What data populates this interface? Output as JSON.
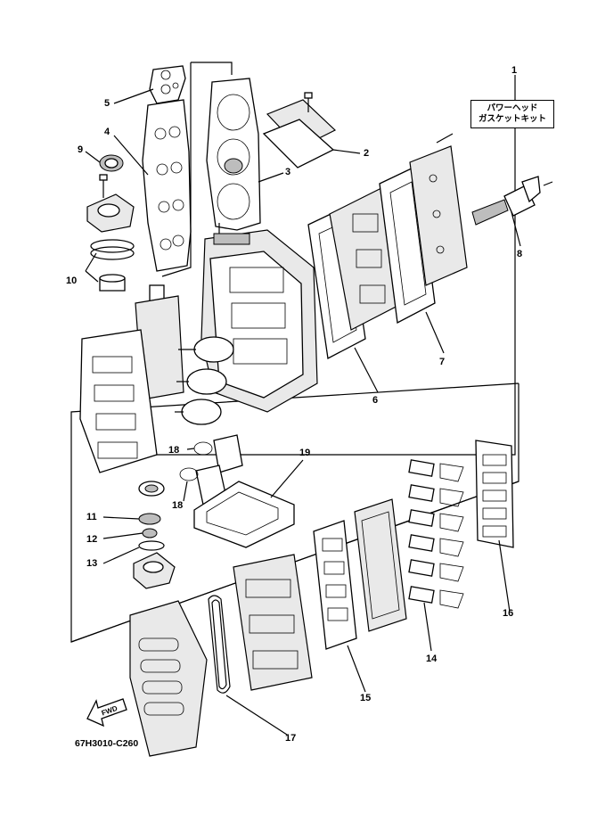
{
  "kit_label": {
    "line1": "パワーヘッド",
    "line2": "ガスケットキット"
  },
  "fwd_label": "FWD",
  "diagram_code": "67H3010-C260",
  "callouts": [
    "1",
    "2",
    "3",
    "4",
    "5",
    "6",
    "7",
    "8",
    "9",
    "10",
    "11",
    "12",
    "13",
    "14",
    "15",
    "16",
    "17",
    "18",
    "18",
    "19"
  ]
}
